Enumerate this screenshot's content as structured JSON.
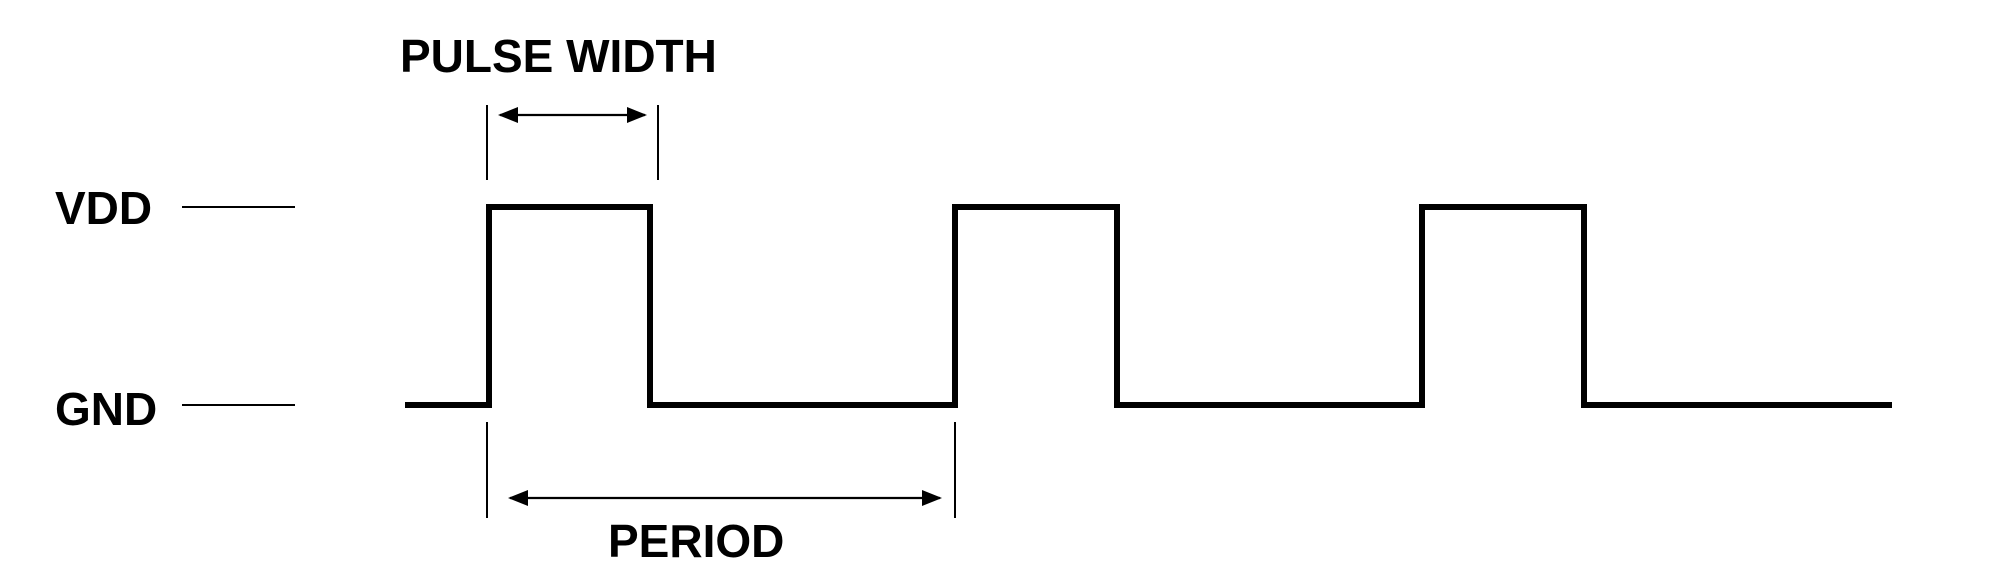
{
  "labels": {
    "pulse_width": "PULSE WIDTH",
    "period": "PERIOD",
    "vdd": "VDD",
    "gnd": "GND"
  },
  "signal": {
    "pulse_count": 3,
    "duty_cycle": 0.35
  },
  "colors": {
    "line": "#000000",
    "background": "#ffffff"
  }
}
